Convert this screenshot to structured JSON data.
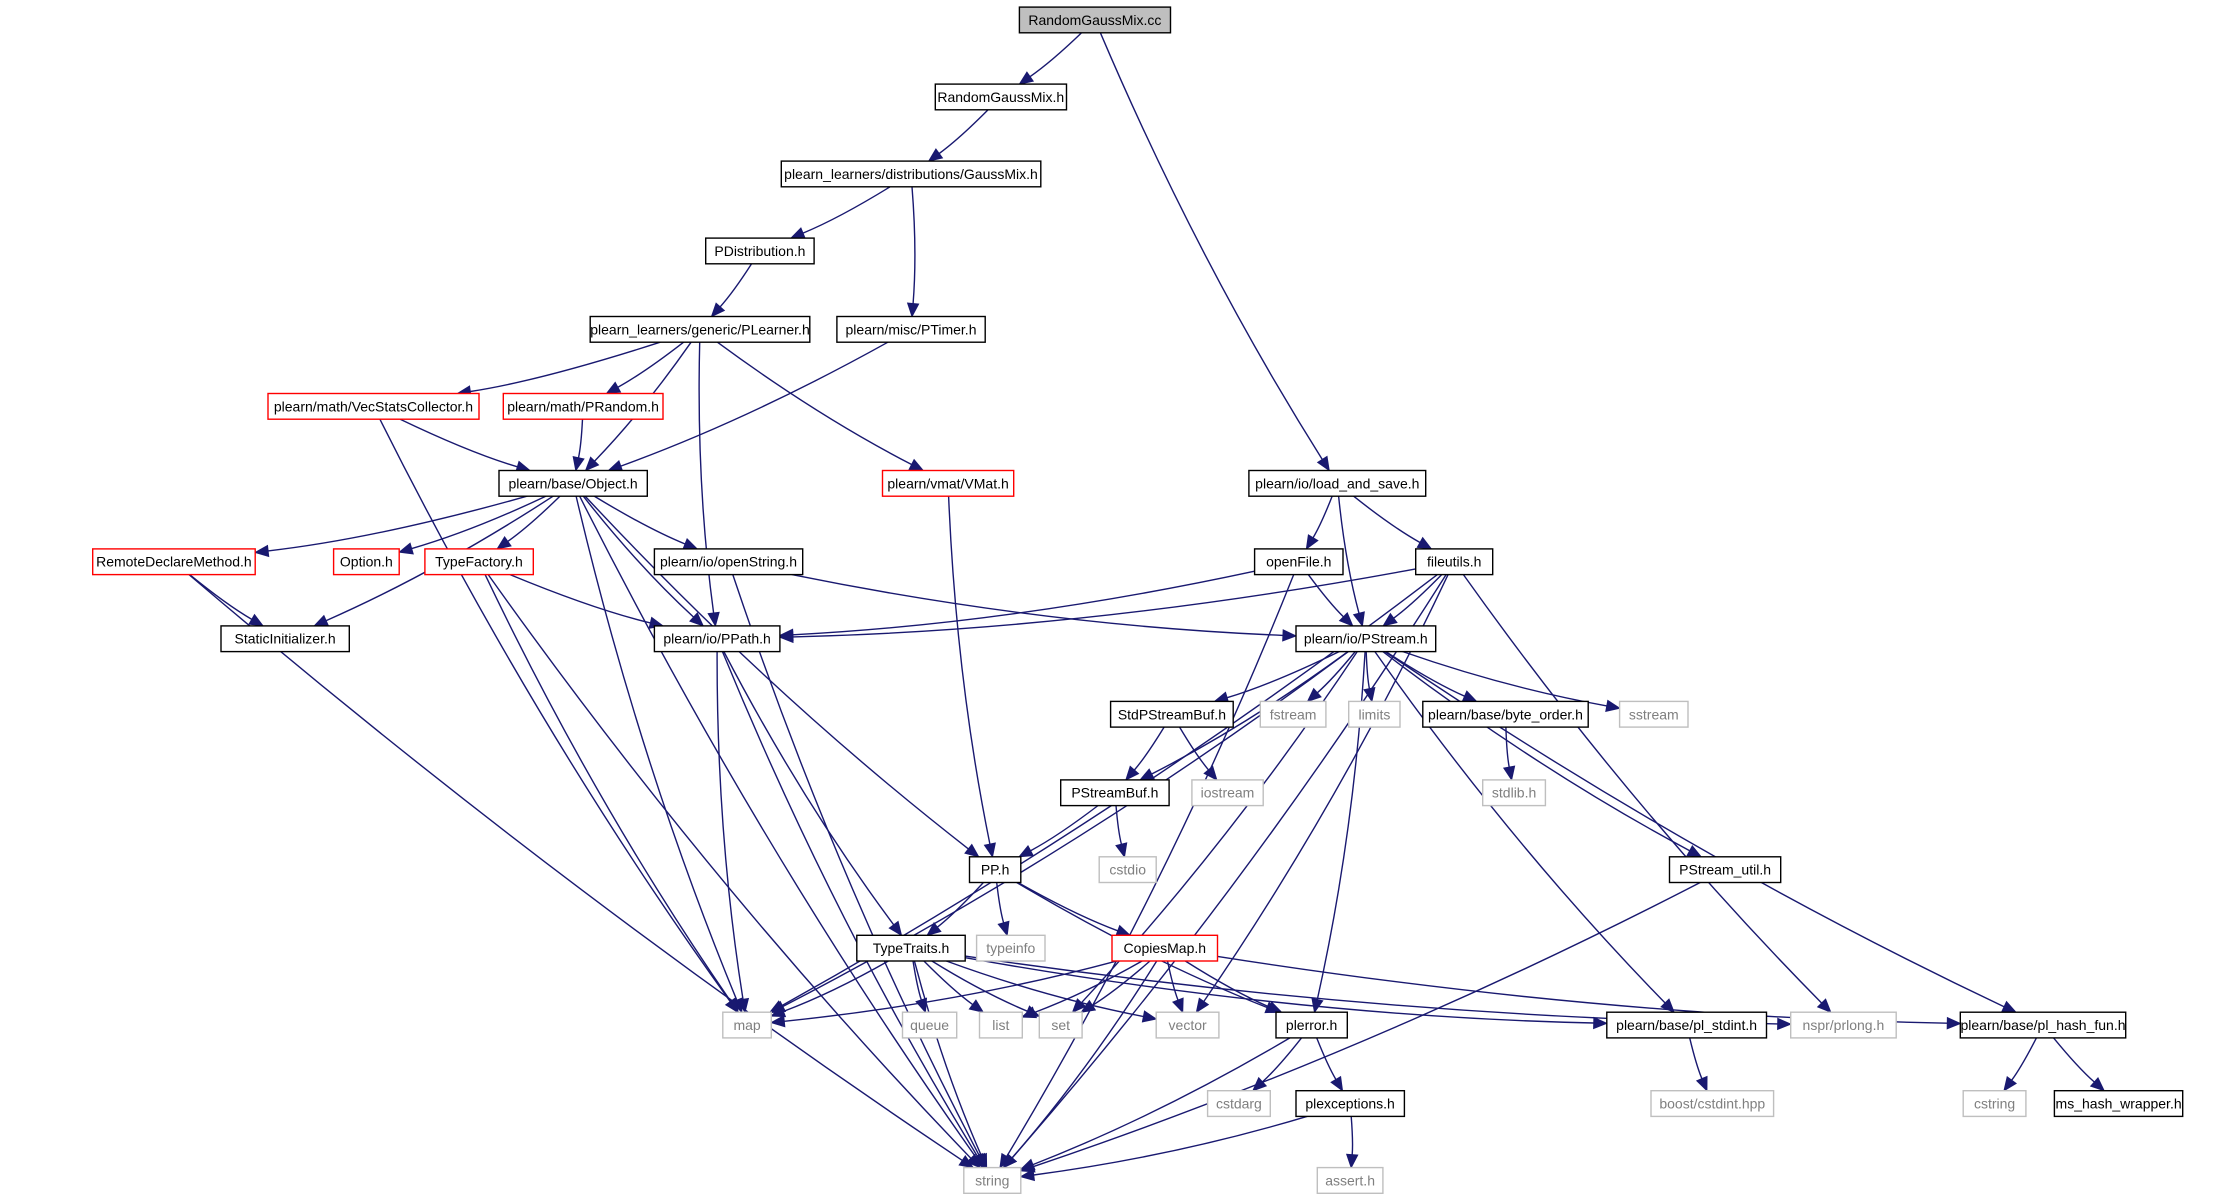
{
  "graph": {
    "colors": {
      "edge": "#191970",
      "root_fill": "#bfbfbf",
      "black_border": "#000000",
      "red_border": "#ff0000",
      "gray_border": "#bfbfbf",
      "gray_text": "#7f7f7f",
      "text": "#000000"
    },
    "nodes": [
      {
        "id": "randomgaussmix-cc",
        "label": "RandomGaussMix.cc",
        "style": "root"
      },
      {
        "id": "randomgaussmix-h",
        "label": "RandomGaussMix.h",
        "style": "black"
      },
      {
        "id": "gaussmix-h",
        "label": "plearn_learners/distributions/GaussMix.h",
        "style": "black"
      },
      {
        "id": "pdistribution-h",
        "label": "PDistribution.h",
        "style": "black"
      },
      {
        "id": "plearner-h",
        "label": "plearn_learners/generic/PLearner.h",
        "style": "black"
      },
      {
        "id": "ptimer-h",
        "label": "plearn/misc/PTimer.h",
        "style": "black"
      },
      {
        "id": "vecstatscollector-h",
        "label": "plearn/math/VecStatsCollector.h",
        "style": "red"
      },
      {
        "id": "prandom-h",
        "label": "plearn/math/PRandom.h",
        "style": "red"
      },
      {
        "id": "vmat-h",
        "label": "plearn/vmat/VMat.h",
        "style": "red"
      },
      {
        "id": "object-h",
        "label": "plearn/base/Object.h",
        "style": "black"
      },
      {
        "id": "load-and-save-h",
        "label": "plearn/io/load_and_save.h",
        "style": "black"
      },
      {
        "id": "remotedeclaremethod-h",
        "label": "RemoteDeclareMethod.h",
        "style": "red"
      },
      {
        "id": "option-h",
        "label": "Option.h",
        "style": "red"
      },
      {
        "id": "typefactory-h",
        "label": "TypeFactory.h",
        "style": "red"
      },
      {
        "id": "openstring-h",
        "label": "plearn/io/openString.h",
        "style": "black"
      },
      {
        "id": "openfile-h",
        "label": "openFile.h",
        "style": "black"
      },
      {
        "id": "fileutils-h",
        "label": "fileutils.h",
        "style": "black"
      },
      {
        "id": "staticinitializer-h",
        "label": "StaticInitializer.h",
        "style": "black"
      },
      {
        "id": "ppath-h",
        "label": "plearn/io/PPath.h",
        "style": "black"
      },
      {
        "id": "pstream-h",
        "label": "plearn/io/PStream.h",
        "style": "black"
      },
      {
        "id": "stdpstreambuf-h",
        "label": "StdPStreamBuf.h",
        "style": "black"
      },
      {
        "id": "fstream",
        "label": "fstream",
        "style": "gray"
      },
      {
        "id": "limits",
        "label": "limits",
        "style": "gray"
      },
      {
        "id": "byte-order-h",
        "label": "plearn/base/byte_order.h",
        "style": "black"
      },
      {
        "id": "sstream",
        "label": "sstream",
        "style": "gray"
      },
      {
        "id": "stdlib-h",
        "label": "stdlib.h",
        "style": "gray"
      },
      {
        "id": "pstreambuf-h",
        "label": "PStreamBuf.h",
        "style": "black"
      },
      {
        "id": "iostream",
        "label": "iostream",
        "style": "gray"
      },
      {
        "id": "cstdio",
        "label": "cstdio",
        "style": "gray"
      },
      {
        "id": "pp-h",
        "label": "PP.h",
        "style": "black"
      },
      {
        "id": "pstream-util-h",
        "label": "PStream_util.h",
        "style": "black"
      },
      {
        "id": "typetraits-h",
        "label": "TypeTraits.h",
        "style": "black"
      },
      {
        "id": "typeinfo",
        "label": "typeinfo",
        "style": "gray"
      },
      {
        "id": "copiesmap-h",
        "label": "CopiesMap.h",
        "style": "red"
      },
      {
        "id": "map",
        "label": "map",
        "style": "gray"
      },
      {
        "id": "queue",
        "label": "queue",
        "style": "gray"
      },
      {
        "id": "list",
        "label": "list",
        "style": "gray"
      },
      {
        "id": "set",
        "label": "set",
        "style": "gray"
      },
      {
        "id": "vector",
        "label": "vector",
        "style": "gray"
      },
      {
        "id": "plerror-h",
        "label": "plerror.h",
        "style": "black"
      },
      {
        "id": "pl-stdint-h",
        "label": "plearn/base/pl_stdint.h",
        "style": "black"
      },
      {
        "id": "nspr-prlong-h",
        "label": "nspr/prlong.h",
        "style": "gray"
      },
      {
        "id": "pl-hash-fun-h",
        "label": "plearn/base/pl_hash_fun.h",
        "style": "black"
      },
      {
        "id": "cstdarg",
        "label": "cstdarg",
        "style": "gray"
      },
      {
        "id": "plexceptions-h",
        "label": "plexceptions.h",
        "style": "black"
      },
      {
        "id": "boost-cstdint-hpp",
        "label": "boost/cstdint.hpp",
        "style": "gray"
      },
      {
        "id": "cstring",
        "label": "cstring",
        "style": "gray"
      },
      {
        "id": "ms-hash-wrapper-h",
        "label": "ms_hash_wrapper.h",
        "style": "black"
      },
      {
        "id": "string",
        "label": "string",
        "style": "gray"
      },
      {
        "id": "assert-h",
        "label": "assert.h",
        "style": "gray"
      }
    ],
    "edges": [
      {
        "from": "randomgaussmix-cc",
        "to": "randomgaussmix-h"
      },
      {
        "from": "randomgaussmix-cc",
        "to": "load-and-save-h"
      },
      {
        "from": "randomgaussmix-h",
        "to": "gaussmix-h"
      },
      {
        "from": "gaussmix-h",
        "to": "pdistribution-h"
      },
      {
        "from": "gaussmix-h",
        "to": "ptimer-h"
      },
      {
        "from": "pdistribution-h",
        "to": "plearner-h"
      },
      {
        "from": "plearner-h",
        "to": "vecstatscollector-h"
      },
      {
        "from": "plearner-h",
        "to": "prandom-h"
      },
      {
        "from": "plearner-h",
        "to": "object-h"
      },
      {
        "from": "plearner-h",
        "to": "vmat-h"
      },
      {
        "from": "plearner-h",
        "to": "ppath-h"
      },
      {
        "from": "ptimer-h",
        "to": "object-h"
      },
      {
        "from": "vecstatscollector-h",
        "to": "object-h"
      },
      {
        "from": "vecstatscollector-h",
        "to": "map"
      },
      {
        "from": "prandom-h",
        "to": "object-h"
      },
      {
        "from": "vmat-h",
        "to": "pp-h"
      },
      {
        "from": "object-h",
        "to": "remotedeclaremethod-h"
      },
      {
        "from": "object-h",
        "to": "option-h"
      },
      {
        "from": "object-h",
        "to": "typefactory-h"
      },
      {
        "from": "object-h",
        "to": "openstring-h"
      },
      {
        "from": "object-h",
        "to": "staticinitializer-h"
      },
      {
        "from": "object-h",
        "to": "ppath-h"
      },
      {
        "from": "object-h",
        "to": "pp-h"
      },
      {
        "from": "object-h",
        "to": "map"
      },
      {
        "from": "object-h",
        "to": "string"
      },
      {
        "from": "remotedeclaremethod-h",
        "to": "staticinitializer-h"
      },
      {
        "from": "remotedeclaremethod-h",
        "to": "string"
      },
      {
        "from": "typefactory-h",
        "to": "ppath-h"
      },
      {
        "from": "typefactory-h",
        "to": "map"
      },
      {
        "from": "typefactory-h",
        "to": "string"
      },
      {
        "from": "openstring-h",
        "to": "pstream-h"
      },
      {
        "from": "openstring-h",
        "to": "string"
      },
      {
        "from": "load-and-save-h",
        "to": "openfile-h"
      },
      {
        "from": "load-and-save-h",
        "to": "fileutils-h"
      },
      {
        "from": "load-and-save-h",
        "to": "pstream-h"
      },
      {
        "from": "openfile-h",
        "to": "ppath-h"
      },
      {
        "from": "openfile-h",
        "to": "pstream-h"
      },
      {
        "from": "openfile-h",
        "to": "string"
      },
      {
        "from": "fileutils-h",
        "to": "ppath-h"
      },
      {
        "from": "fileutils-h",
        "to": "pstream-h"
      },
      {
        "from": "fileutils-h",
        "to": "map"
      },
      {
        "from": "fileutils-h",
        "to": "vector"
      },
      {
        "from": "fileutils-h",
        "to": "nspr-prlong-h"
      },
      {
        "from": "fileutils-h",
        "to": "string"
      },
      {
        "from": "ppath-h",
        "to": "typetraits-h"
      },
      {
        "from": "ppath-h",
        "to": "map"
      },
      {
        "from": "ppath-h",
        "to": "string"
      },
      {
        "from": "pstream-h",
        "to": "stdpstreambuf-h"
      },
      {
        "from": "pstream-h",
        "to": "fstream"
      },
      {
        "from": "pstream-h",
        "to": "limits"
      },
      {
        "from": "pstream-h",
        "to": "byte-order-h"
      },
      {
        "from": "pstream-h",
        "to": "sstream"
      },
      {
        "from": "pstream-h",
        "to": "pstreambuf-h"
      },
      {
        "from": "pstream-h",
        "to": "pstream-util-h"
      },
      {
        "from": "pstream-h",
        "to": "map"
      },
      {
        "from": "pstream-h",
        "to": "set"
      },
      {
        "from": "pstream-h",
        "to": "plerror-h"
      },
      {
        "from": "pstream-h",
        "to": "pl-stdint-h"
      },
      {
        "from": "pstream-h",
        "to": "pl-hash-fun-h"
      },
      {
        "from": "stdpstreambuf-h",
        "to": "pstreambuf-h"
      },
      {
        "from": "stdpstreambuf-h",
        "to": "iostream"
      },
      {
        "from": "byte-order-h",
        "to": "stdlib-h"
      },
      {
        "from": "pstreambuf-h",
        "to": "pp-h"
      },
      {
        "from": "pstreambuf-h",
        "to": "cstdio"
      },
      {
        "from": "pp-h",
        "to": "typetraits-h"
      },
      {
        "from": "pp-h",
        "to": "typeinfo"
      },
      {
        "from": "pp-h",
        "to": "copiesmap-h"
      },
      {
        "from": "pp-h",
        "to": "plerror-h"
      },
      {
        "from": "pstream-util-h",
        "to": "string"
      },
      {
        "from": "typetraits-h",
        "to": "map"
      },
      {
        "from": "typetraits-h",
        "to": "queue"
      },
      {
        "from": "typetraits-h",
        "to": "list"
      },
      {
        "from": "typetraits-h",
        "to": "set"
      },
      {
        "from": "typetraits-h",
        "to": "vector"
      },
      {
        "from": "typetraits-h",
        "to": "string"
      },
      {
        "from": "typetraits-h",
        "to": "pl-stdint-h"
      },
      {
        "from": "typetraits-h",
        "to": "nspr-prlong-h"
      },
      {
        "from": "copiesmap-h",
        "to": "map"
      },
      {
        "from": "copiesmap-h",
        "to": "list"
      },
      {
        "from": "copiesmap-h",
        "to": "set"
      },
      {
        "from": "copiesmap-h",
        "to": "vector"
      },
      {
        "from": "copiesmap-h",
        "to": "plerror-h"
      },
      {
        "from": "copiesmap-h",
        "to": "string"
      },
      {
        "from": "copiesmap-h",
        "to": "pl-hash-fun-h"
      },
      {
        "from": "plerror-h",
        "to": "cstdarg"
      },
      {
        "from": "plerror-h",
        "to": "plexceptions-h"
      },
      {
        "from": "plerror-h",
        "to": "string"
      },
      {
        "from": "plexceptions-h",
        "to": "string"
      },
      {
        "from": "plexceptions-h",
        "to": "assert-h"
      },
      {
        "from": "pl-stdint-h",
        "to": "boost-cstdint-hpp"
      },
      {
        "from": "pl-hash-fun-h",
        "to": "cstring"
      },
      {
        "from": "pl-hash-fun-h",
        "to": "ms-hash-wrapper-h"
      }
    ]
  }
}
